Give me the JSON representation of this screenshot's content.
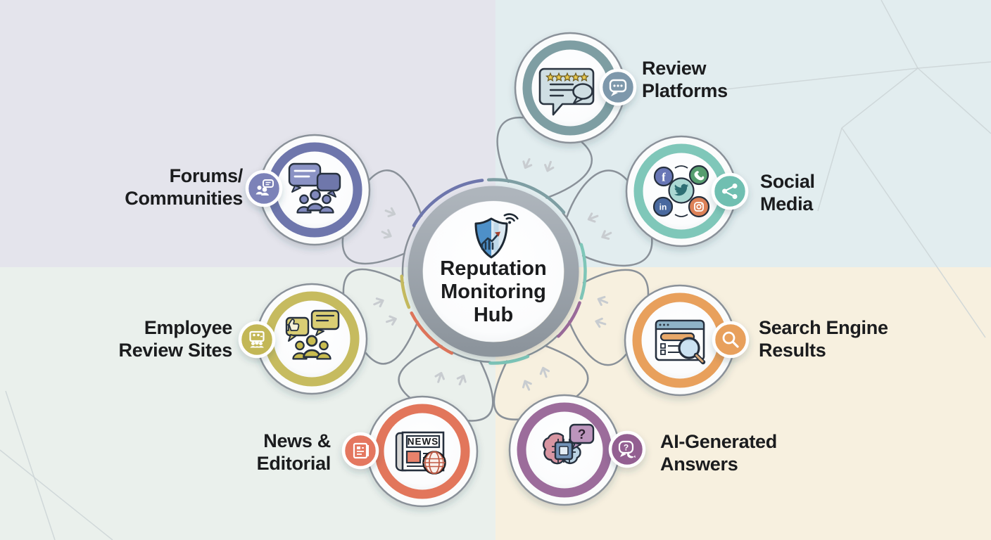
{
  "title": "Reputation Monitoring Hub",
  "hub": {
    "label": "Reputation\nMonitoring\nHub",
    "icon": "shield-analytics-icon",
    "ring_color": "#9CA3AB"
  },
  "nodes": [
    {
      "id": "review-platforms",
      "label": "Review\nPlatforms",
      "color": "#7E9EA3",
      "badge_color": "#7E98AB",
      "icon": "review-card-icon",
      "badge_icon": "chat-dots-icon"
    },
    {
      "id": "social-media",
      "label": "Social\nMedia",
      "color": "#7FC7B9",
      "badge_color": "#6FBFB1",
      "icon": "social-networks-icon",
      "badge_icon": "share-icon"
    },
    {
      "id": "search-engine-results",
      "label": "Search Engine\nResults",
      "color": "#E8A05C",
      "badge_color": "#E8A05C",
      "icon": "browser-search-icon",
      "badge_icon": "magnifier-icon"
    },
    {
      "id": "ai-generated-answers",
      "label": "AI-Generated\nAnswers",
      "color": "#9C6C9B",
      "badge_color": "#935F91",
      "icon": "ai-brain-chip-icon",
      "badge_icon": "question-bubble-icon"
    },
    {
      "id": "news-editorial",
      "label": "News &\nEditorial",
      "color": "#E2765B",
      "badge_color": "#E4775F",
      "icon": "newspaper-globe-icon",
      "badge_icon": "news-doc-icon"
    },
    {
      "id": "employee-review-sites",
      "label": "Employee\nReview Sites",
      "color": "#C6BB5F",
      "badge_color": "#C3B757",
      "icon": "employee-feedback-icon",
      "badge_icon": "team-screen-icon"
    },
    {
      "id": "forums-communities",
      "label": "Forums/\nCommunities",
      "color": "#6E76AC",
      "badge_color": "#7B82B8",
      "icon": "forum-chat-icon",
      "badge_icon": "community-chat-icon"
    }
  ],
  "background": {
    "quadrants": {
      "top_left": "#E4E4EC",
      "top_right": "#E2EDEF",
      "bottom_left": "#EAF0EC",
      "bottom_right": "#F7F0DF"
    }
  },
  "palette": {
    "connector": "#8A9199",
    "arrow": "#C8CCD0",
    "text": "#1B1C1E",
    "hub_ring": "#9CA3AB",
    "decor_line": "#CBD4D6"
  }
}
